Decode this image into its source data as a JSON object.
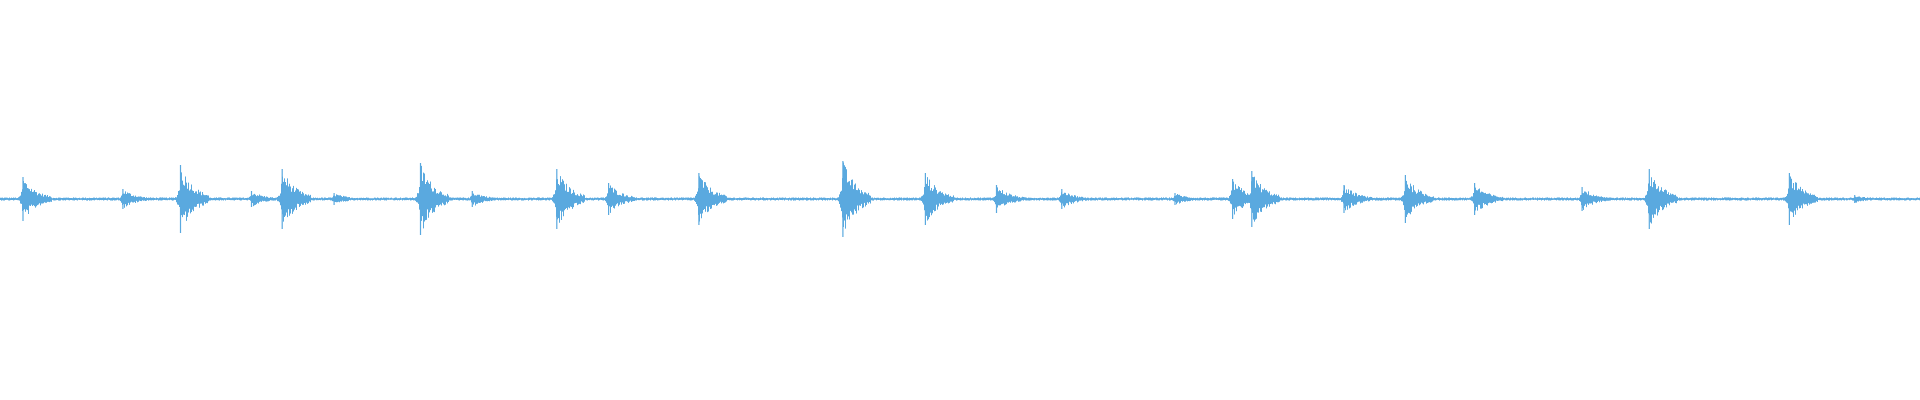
{
  "waveform": {
    "color": "#5aa9df",
    "background": "#ffffff",
    "amplitude_scale": "normalized",
    "duration_fraction_span": [
      0,
      1
    ],
    "transients": [
      {
        "t": 0.012,
        "amp": 0.11
      },
      {
        "t": 0.064,
        "amp": 0.05
      },
      {
        "t": 0.094,
        "amp": 0.17
      },
      {
        "t": 0.131,
        "amp": 0.04
      },
      {
        "t": 0.147,
        "amp": 0.15
      },
      {
        "t": 0.174,
        "amp": 0.03
      },
      {
        "t": 0.219,
        "amp": 0.18
      },
      {
        "t": 0.246,
        "amp": 0.04
      },
      {
        "t": 0.29,
        "amp": 0.15
      },
      {
        "t": 0.317,
        "amp": 0.08
      },
      {
        "t": 0.364,
        "amp": 0.13
      },
      {
        "t": 0.439,
        "amp": 0.19
      },
      {
        "t": 0.482,
        "amp": 0.13
      },
      {
        "t": 0.519,
        "amp": 0.07
      },
      {
        "t": 0.553,
        "amp": 0.05
      },
      {
        "t": 0.612,
        "amp": 0.03
      },
      {
        "t": 0.642,
        "amp": 0.1
      },
      {
        "t": 0.652,
        "amp": 0.14
      },
      {
        "t": 0.7,
        "amp": 0.07
      },
      {
        "t": 0.732,
        "amp": 0.12
      },
      {
        "t": 0.768,
        "amp": 0.08
      },
      {
        "t": 0.824,
        "amp": 0.06
      },
      {
        "t": 0.859,
        "amp": 0.15
      },
      {
        "t": 0.932,
        "amp": 0.13
      },
      {
        "t": 0.966,
        "amp": 0.02
      }
    ],
    "baseline_noise_amp": 0.008
  }
}
